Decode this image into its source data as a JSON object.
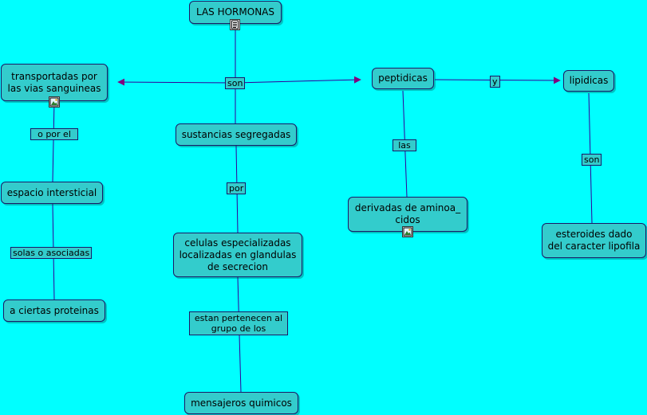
{
  "nodes": {
    "hormonas": "LAS HORMONAS",
    "transportadas": "transportadas por las vias sanguineas",
    "peptidicas": "peptidicas",
    "lipidicas": "lipidicas",
    "sustancias": "sustancias segregadas",
    "espacio": "espacio intersticial",
    "celulas": "celulas especializadas localizadas en glandulas de secrecion",
    "ciertas": "a ciertas proteinas",
    "mensajeros": "mensajeros quimicos",
    "derivadas": "derivadas de aminoa_ cidos",
    "esteroides": "esteroides dado del caracter lipofila"
  },
  "links": {
    "son1": "son",
    "y": "y",
    "oporel": "o por el",
    "las": "las",
    "son2": "son",
    "por": "por",
    "solas": "solas o asociadas",
    "estan": "estan pertenecen al grupo de los"
  },
  "colors": {
    "background": "#00FFFF",
    "node_fill": "#33CCCC",
    "line": "#330099",
    "arrow": "#800080"
  },
  "icons": [
    "document-icon",
    "image-icon",
    "image-icon"
  ]
}
